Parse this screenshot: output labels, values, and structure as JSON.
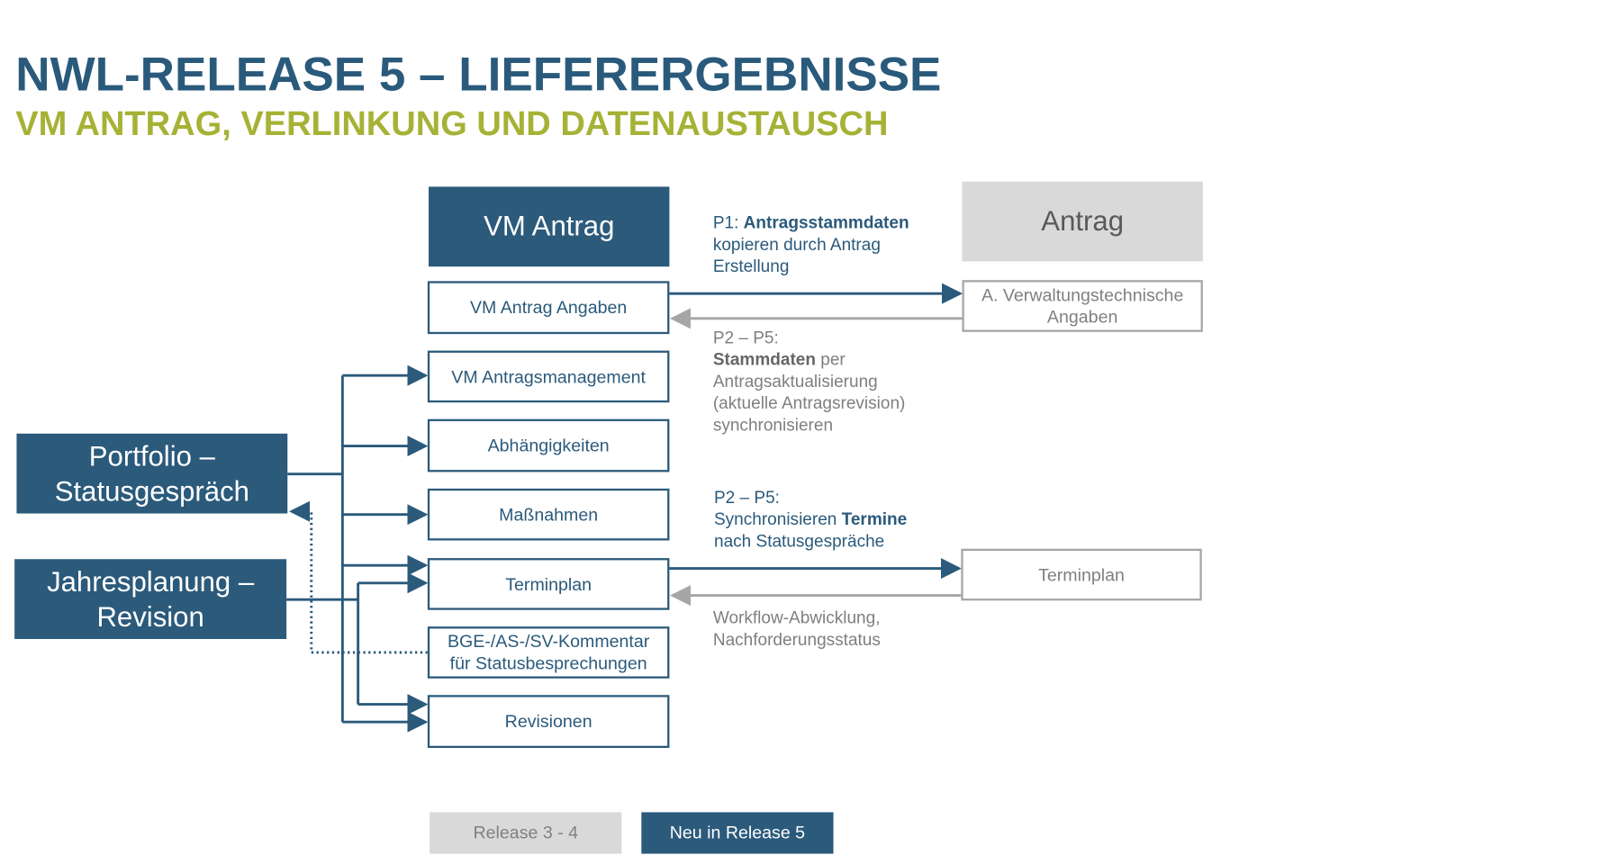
{
  "title": "NWL-RELEASE 5 – LIEFERERGEBNISSE",
  "subtitle": "VM ANTRAG, VERLINKUNG UND DATENAUSTAUSCH",
  "vm_antrag": {
    "header": "VM Antrag",
    "items": [
      "VM Antrag Angaben",
      "VM Antragsmanagement",
      "Abhängigkeiten",
      "Maßnahmen",
      "Terminplan",
      "BGE-/AS-/SV-Kommentar für Statusbesprechungen",
      "Revisionen"
    ]
  },
  "antrag": {
    "header": "Antrag",
    "items": [
      "A. Verwaltungstechnische Angaben",
      "Terminplan"
    ]
  },
  "sources": [
    "Portfolio – Statusgespräch",
    "Jahresplanung – Revision"
  ],
  "notes": {
    "p1": {
      "prefix": "P1: ",
      "bold": "Antragsstammdaten",
      "rest": "kopieren durch Antrag Erstellung"
    },
    "p2_stamm": {
      "prefix": "P2 – P5:",
      "bold": "Stammdaten",
      "rest": " per Antragsaktualisierung (aktuelle Antragsrevision) synchronisieren"
    },
    "p2_termine": {
      "prefix": "P2 – P5:",
      "pre": "Synchronisieren ",
      "bold": "Termine",
      "rest": "nach Statusgespräche"
    },
    "workflow": "Workflow-Abwicklung, Nachforderungsstatus"
  },
  "legend": {
    "old": "Release 3 - 4",
    "new": "Neu in Release 5"
  },
  "colors": {
    "primary": "#2b5a7b",
    "accent": "#a6b236",
    "gray": "#d9d9d9"
  }
}
